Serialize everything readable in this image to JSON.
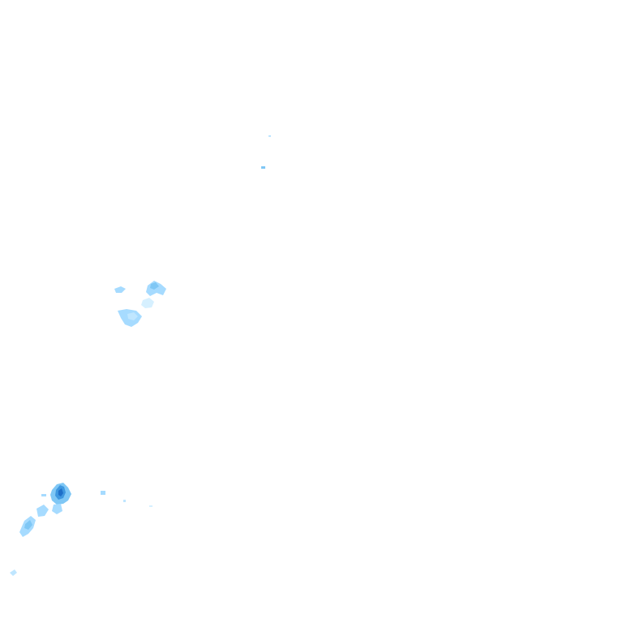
{
  "map": {
    "kind": "weather-radar-precipitation-tile",
    "background": "#ffffff",
    "colors": {
      "light": "#bfe6ff",
      "light_mid": "#a6dbff",
      "mid": "#7fc7f5",
      "strong": "#3f98e0",
      "heavy": "#1f6fc8"
    },
    "echo_clusters": [
      {
        "name": "north-trace-echo",
        "intensity": "trace"
      },
      {
        "name": "central-west-echo",
        "intensity": "light"
      },
      {
        "name": "southwest-echo",
        "intensity": "moderate"
      },
      {
        "name": "southwest-trail-echo",
        "intensity": "light"
      },
      {
        "name": "south-small-echo",
        "intensity": "trace"
      }
    ]
  }
}
